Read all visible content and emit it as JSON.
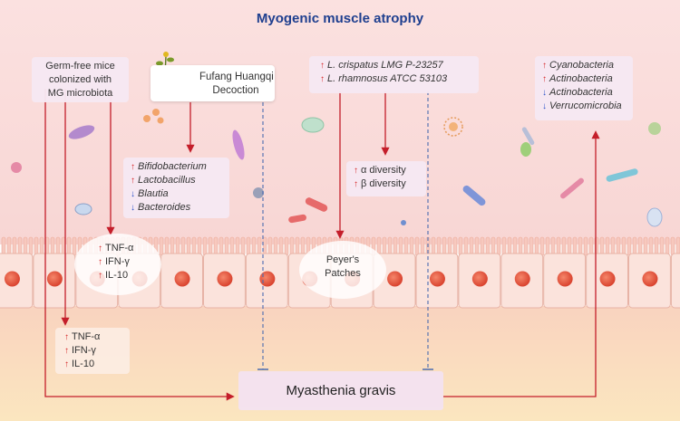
{
  "title": "Myogenic muscle atrophy",
  "germ_free": {
    "line1": "Germ-free mice",
    "line2": "colonized with",
    "line3": "MG microbiota"
  },
  "fufang": {
    "line1": "Fufang Huangqi",
    "line2": "Decoction"
  },
  "bacteria_fufang": [
    {
      "dir": "up",
      "name": "Bifidobacterium"
    },
    {
      "dir": "up",
      "name": "Lactobacillus"
    },
    {
      "dir": "down",
      "name": "Blautia"
    },
    {
      "dir": "down",
      "name": "Bacteroides"
    }
  ],
  "probiotics": [
    {
      "dir": "up",
      "name": "L. crispatus LMG P-23257"
    },
    {
      "dir": "up",
      "name": "L. rhamnosus ATCC 53103"
    }
  ],
  "diversity": [
    {
      "dir": "up",
      "name": "α diversity"
    },
    {
      "dir": "up",
      "name": "β diversity"
    }
  ],
  "mg_bacteria": [
    {
      "dir": "up",
      "name": "Cyanobacteria"
    },
    {
      "dir": "up",
      "name": "Actinobacteria"
    },
    {
      "dir": "down",
      "name": "Actinobacteria"
    },
    {
      "dir": "down",
      "name": "Verrucomicrobia"
    }
  ],
  "cytokines_epithelium": [
    {
      "dir": "up",
      "name": "TNF-α"
    },
    {
      "dir": "up",
      "name": "IFN-γ"
    },
    {
      "dir": "up",
      "name": "IL-10"
    }
  ],
  "cytokines_lamina": [
    {
      "dir": "up",
      "name": "TNF-α"
    },
    {
      "dir": "up",
      "name": "IFN-γ"
    },
    {
      "dir": "up",
      "name": "IL-10"
    }
  ],
  "peyers": {
    "line1": "Peyer's",
    "line2": "Patches"
  },
  "outcome": "Myasthenia gravis",
  "arrow_glyphs": {
    "up": "↑",
    "down": "↓"
  },
  "colors": {
    "title": "#1f3f8f",
    "arrow_red": "#c41e2a",
    "dashed_blue": "#4a6bb0",
    "up": "#d62828",
    "down": "#2850c8"
  }
}
